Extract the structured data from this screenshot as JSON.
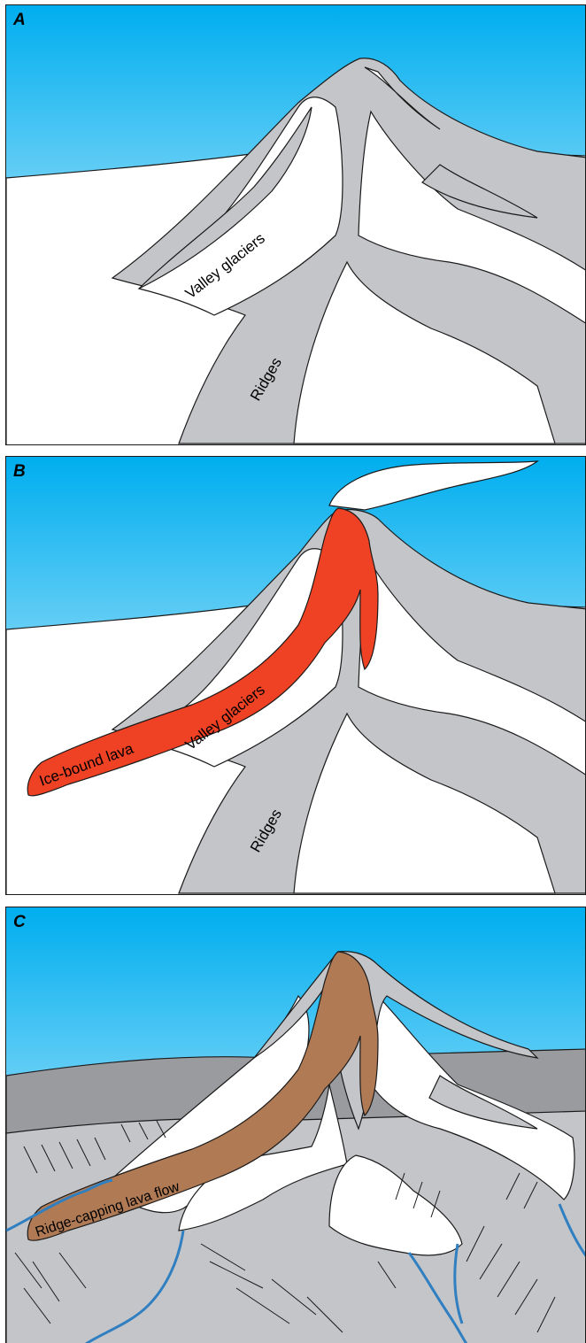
{
  "panels": [
    {
      "id": "A",
      "letter": "A",
      "labels": {
        "glaciers": "Valley glaciers",
        "ridges": "Ridges"
      }
    },
    {
      "id": "B",
      "letter": "B",
      "labels": {
        "lava": "Ice-bound lava",
        "glaciers": "Valley glaciers",
        "ridges": "Ridges"
      }
    },
    {
      "id": "C",
      "letter": "C",
      "labels": {
        "flow": "Ridge-capping lava flow"
      }
    }
  ],
  "colors": {
    "sky_top": "#00aeef",
    "sky_bottom": "#ffffff",
    "rock": "#c4c5c8",
    "ice": "#ffffff",
    "lava": "#ef4123",
    "old_lava": "#b07a55",
    "stream": "#2f7fc1",
    "outline": "#1a1a1a"
  }
}
